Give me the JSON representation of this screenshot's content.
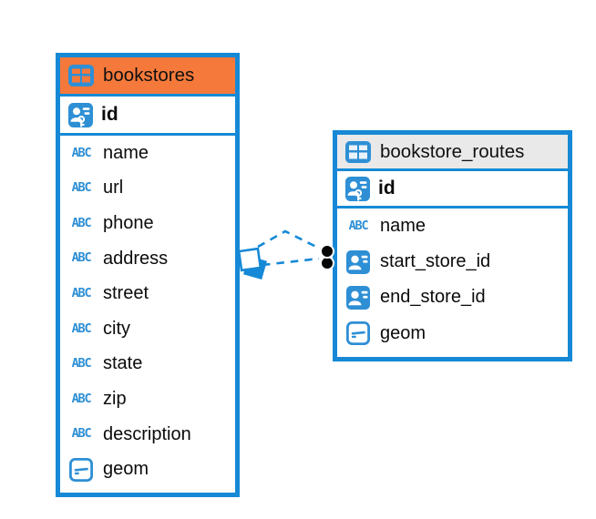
{
  "canvas": {
    "background": "#ffffff"
  },
  "colors": {
    "table_border": "#1689d6",
    "selected_header_orange": "#f5793b",
    "header_gray": "#e9e9e9",
    "icon_blue": "#2e8fd5",
    "relationship_line": "#1689d6",
    "relationship_dot": "#000000",
    "text": "#0b0b0b"
  },
  "tables": [
    {
      "title": "bookstores",
      "header_style": "orange-selected",
      "header_icon": "table-grid-icon",
      "primary_key": {
        "name": "id",
        "icon": "person-key-icon",
        "type": "pk"
      },
      "columns": [
        {
          "name": "name",
          "type": "text",
          "icon": "text-abc-icon"
        },
        {
          "name": "url",
          "type": "text",
          "icon": "text-abc-icon"
        },
        {
          "name": "phone",
          "type": "text",
          "icon": "text-abc-icon"
        },
        {
          "name": "address",
          "type": "text",
          "icon": "text-abc-icon"
        },
        {
          "name": "street",
          "type": "text",
          "icon": "text-abc-icon"
        },
        {
          "name": "city",
          "type": "text",
          "icon": "text-abc-icon"
        },
        {
          "name": "state",
          "type": "text",
          "icon": "text-abc-icon"
        },
        {
          "name": "zip",
          "type": "text",
          "icon": "text-abc-icon"
        },
        {
          "name": "description",
          "type": "text",
          "icon": "text-abc-icon"
        },
        {
          "name": "geom",
          "type": "geometry",
          "icon": "geometry-icon"
        }
      ]
    },
    {
      "title": "bookstore_routes",
      "header_style": "gray",
      "header_icon": "table-grid-icon",
      "primary_key": {
        "name": "id",
        "icon": "person-key-icon",
        "type": "pk"
      },
      "columns": [
        {
          "name": "name",
          "type": "text",
          "icon": "text-abc-icon"
        },
        {
          "name": "start_store_id",
          "type": "reference",
          "icon": "person-card-icon"
        },
        {
          "name": "end_store_id",
          "type": "reference",
          "icon": "person-card-icon"
        },
        {
          "name": "geom",
          "type": "geometry",
          "icon": "geometry-icon"
        }
      ]
    }
  ],
  "relationships": [
    {
      "source_table": "bookstores",
      "target_table": "bookstore_routes",
      "line_style": "dashed",
      "source_marker": "square",
      "target_marker": "dot"
    },
    {
      "source_table": "bookstores",
      "target_table": "bookstore_routes",
      "line_style": "dashed",
      "source_marker": "square",
      "target_marker": "dot"
    }
  ]
}
